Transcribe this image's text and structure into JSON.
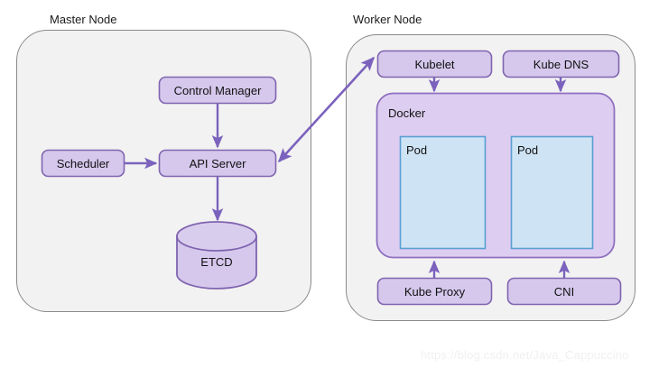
{
  "diagram": {
    "title_master": "Master Node",
    "title_worker": "Worker Node",
    "watermark": "https://blog.csdn.net/Java_Cappuccino",
    "colors": {
      "node_container_fill": "#f2f2f2",
      "node_container_stroke": "#808080",
      "component_fill": "#d5c8ec",
      "component_stroke": "#8064b0",
      "docker_fill": "#ddcdf0",
      "docker_stroke": "#8f6fc0",
      "pod_fill": "#cee3f4",
      "pod_stroke": "#5a9fd4",
      "arrow": "#7b62bd",
      "text": "#111111"
    },
    "master": {
      "components": [
        {
          "id": "control-manager",
          "label": "Control Manager",
          "shape": "rounded-rect"
        },
        {
          "id": "scheduler",
          "label": "Scheduler",
          "shape": "rounded-rect"
        },
        {
          "id": "api-server",
          "label": "API Server",
          "shape": "rounded-rect"
        },
        {
          "id": "etcd",
          "label": "ETCD",
          "shape": "cylinder"
        }
      ]
    },
    "worker": {
      "components": [
        {
          "id": "kubelet",
          "label": "Kubelet",
          "shape": "rounded-rect"
        },
        {
          "id": "kube-dns",
          "label": "Kube DNS",
          "shape": "rounded-rect"
        },
        {
          "id": "docker",
          "label": "Docker",
          "shape": "rounded-rect-container"
        },
        {
          "id": "pod-left",
          "label": "Pod",
          "shape": "rect"
        },
        {
          "id": "pod-right",
          "label": "Pod",
          "shape": "rect"
        },
        {
          "id": "kube-proxy",
          "label": "Kube Proxy",
          "shape": "rounded-rect"
        },
        {
          "id": "cni",
          "label": "CNI",
          "shape": "rounded-rect"
        }
      ]
    },
    "connections": [
      {
        "from": "control-manager",
        "to": "api-server",
        "direction": "one-way"
      },
      {
        "from": "scheduler",
        "to": "api-server",
        "direction": "one-way"
      },
      {
        "from": "api-server",
        "to": "etcd",
        "direction": "one-way"
      },
      {
        "from": "api-server",
        "to": "kubelet",
        "direction": "two-way"
      },
      {
        "from": "kubelet",
        "to": "docker",
        "direction": "one-way"
      },
      {
        "from": "kube-dns",
        "to": "docker",
        "direction": "one-way"
      },
      {
        "from": "kube-proxy",
        "to": "docker",
        "direction": "one-way"
      },
      {
        "from": "cni",
        "to": "docker",
        "direction": "one-way"
      }
    ]
  }
}
